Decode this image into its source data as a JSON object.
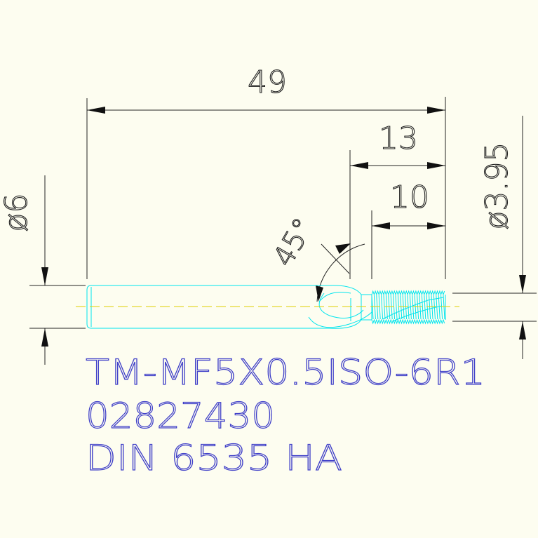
{
  "dimensions": {
    "overall_length": "49",
    "flute_length": "13",
    "thread_length": "10",
    "shank_diameter": "ø6",
    "thread_diameter": "ø3.95",
    "chamfer_angle": "45°"
  },
  "title_block": {
    "part_code": "TM-MF5X0.5ISO-6R1",
    "article_number": "02827430",
    "standard": "DIN 6535 HA"
  },
  "colors": {
    "background": "#fdfdf0",
    "dimension": "#222222",
    "tool_outline": "#00e5ee",
    "centerline": "#e0d000",
    "text": "#4040c8"
  }
}
